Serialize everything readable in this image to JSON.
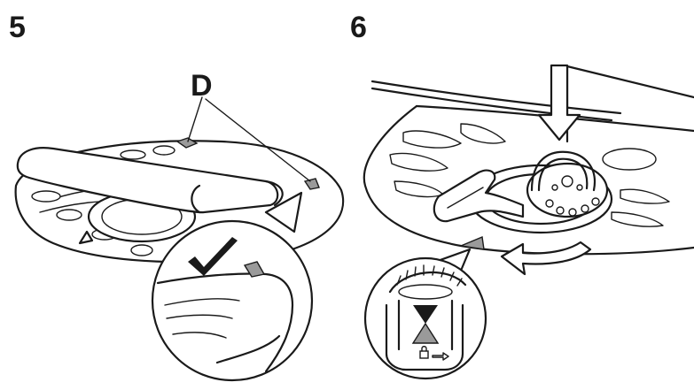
{
  "steps": [
    {
      "number": "5",
      "callout_letter": "D"
    },
    {
      "number": "6"
    }
  ],
  "colors": {
    "line": "#1a1a1a",
    "background": "#ffffff",
    "marker": "#9a9a9a"
  },
  "icons": [
    "checkmark-icon",
    "hourglass-icon",
    "lock-icon",
    "rotate-arrow-icon",
    "push-down-arrow-icon",
    "triangle-marker-icon"
  ]
}
